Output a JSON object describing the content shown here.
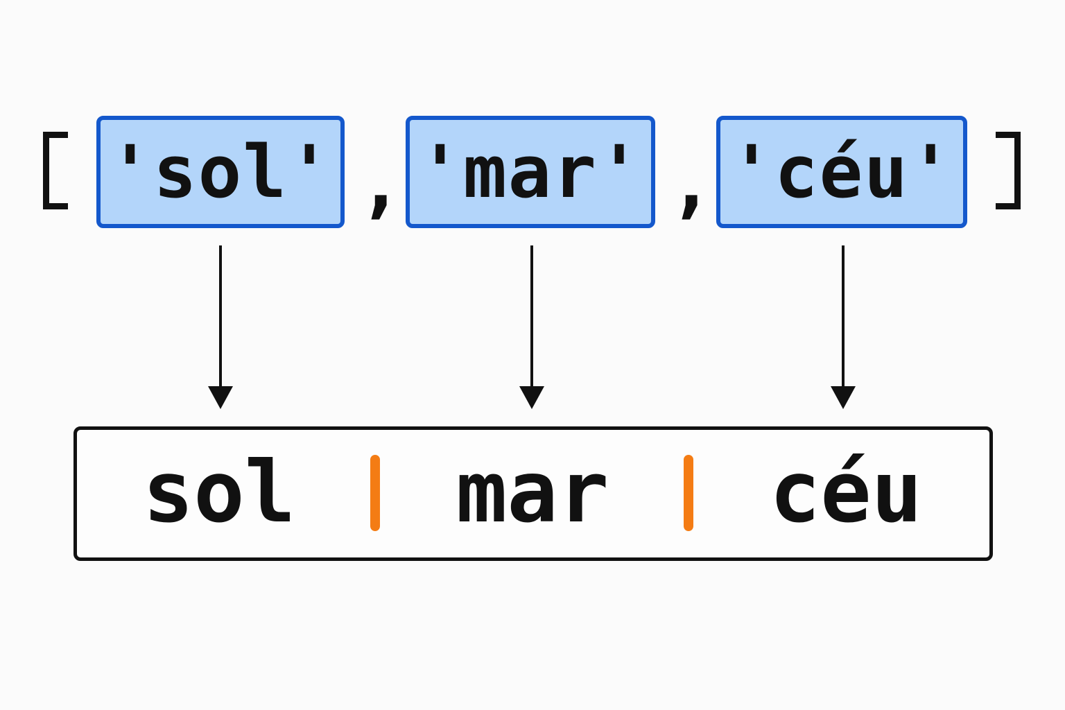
{
  "list": {
    "open_bracket": "[",
    "close_bracket": "]",
    "items": [
      "'sol'",
      "'mar'",
      "'céu'"
    ],
    "commas": [
      ",",
      ","
    ]
  },
  "output": {
    "words": [
      "sol",
      "mar",
      "céu"
    ],
    "separators": [
      "|",
      "|"
    ]
  },
  "colors": {
    "item_fill": "#b3d5fa",
    "item_border": "#1458cc",
    "separator": "#f47c14",
    "ink": "#111111"
  }
}
